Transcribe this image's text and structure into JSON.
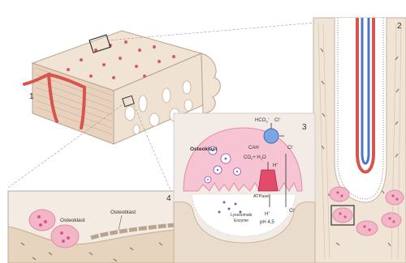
{
  "panel_numbers": {
    "p1": "1",
    "p2": "2",
    "p3": "3",
    "p4": "4"
  },
  "panel3": {
    "osteoclast": "Osteoklast",
    "hco3": "HCO",
    "hco3_sub": "3",
    "hco3_sup": "−",
    "cl": "Cl",
    "cl_sup": "−",
    "cah": "CAH",
    "co2": "CO",
    "co2_sub": "2",
    "plus": "+ H",
    "h2o_sub": "2",
    "h2o_o": "O",
    "h_plus": "H",
    "h_sup": "+",
    "atpase": "ATPase",
    "cl_right": "Cl",
    "cl_right_sup": "−",
    "lysosomale": "Lysosomale",
    "enzyme": "Enzyme",
    "ph": "pH 4,5"
  },
  "panel4": {
    "osteoclast": "Osteoklast",
    "osteoblast": "Osteoblast"
  },
  "colors": {
    "bone": "#efe0cf",
    "bone_dark": "#d9c2aa",
    "pink": "#f2b6c8",
    "pink_dark": "#e58aa6",
    "magenta_text": "#c8377a",
    "vessel_red": "#d9534f",
    "vessel_blue": "#4a78c8",
    "purple": "#8a4fc0",
    "bg_panel": "#f7f3ee"
  }
}
